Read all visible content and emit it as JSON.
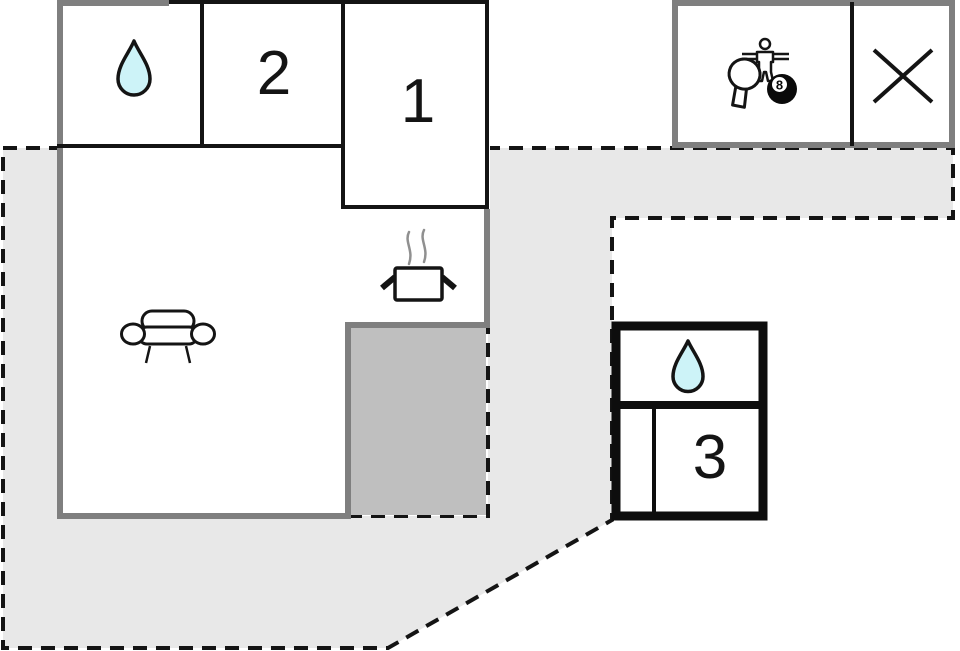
{
  "floor_plan": {
    "type": "vacation-home-floor-plan",
    "main_house": {
      "bathroom": {
        "icon": "water-drop-icon"
      },
      "bedroom_2": {
        "label": "2"
      },
      "bedroom_1": {
        "label": "1"
      },
      "kitchen": {
        "icon": "cooking-pot-icon"
      },
      "living_room": {
        "icon": "sofa-icon"
      }
    },
    "annex": {
      "game_room": {
        "icons": [
          "table-tennis-paddle-icon",
          "foosball-player-icon",
          "eight-ball-icon"
        ],
        "eight_ball_label": "8"
      },
      "storage": {
        "icon": "x-mark-icon"
      }
    },
    "guest_house": {
      "bathroom": {
        "icon": "water-drop-icon"
      },
      "bedroom_3": {
        "label": "3"
      }
    },
    "outdoor_areas": {
      "terrace": {
        "style": "dashed-outline"
      },
      "covered_terrace": {
        "style": "dashed-outline-dark-fill"
      }
    },
    "colors": {
      "terrace_fill": "#e8e8e8",
      "covered_terrace_fill": "#bfbfbf",
      "wall_gray": "#7f7f7f",
      "line_black": "#141414",
      "guest_house_border": "#0d0d0d",
      "water_drop_fill": "#cdf3f8",
      "steam_gray": "#909090"
    }
  }
}
